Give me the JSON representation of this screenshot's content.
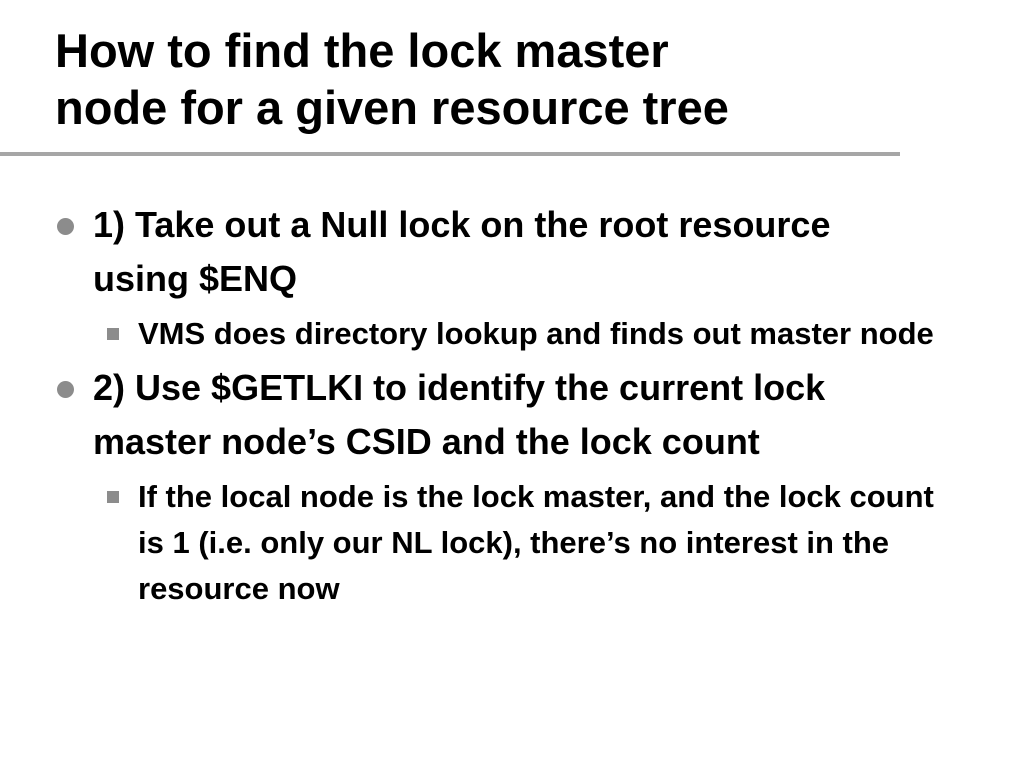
{
  "slide": {
    "title_line1": "How to find the lock master",
    "title_line2": "node for a given resource tree",
    "bullets": [
      "1) Take out a Null lock on the root resource using $ENQ",
      "VMS does directory lookup and finds out master node",
      "2) Use $GETLKI to identify the current lock master node’s CSID and the lock count",
      "If the local node is the lock master, and the lock count is 1 (i.e. only our NL lock), there’s no interest in the resource now"
    ],
    "colors": {
      "text": "#000000",
      "rule": "#a6a6a6",
      "bullet": "#8c8c8c"
    },
    "icons": {
      "level1": "round-bullet-icon",
      "level2": "square-bullet-icon"
    }
  }
}
